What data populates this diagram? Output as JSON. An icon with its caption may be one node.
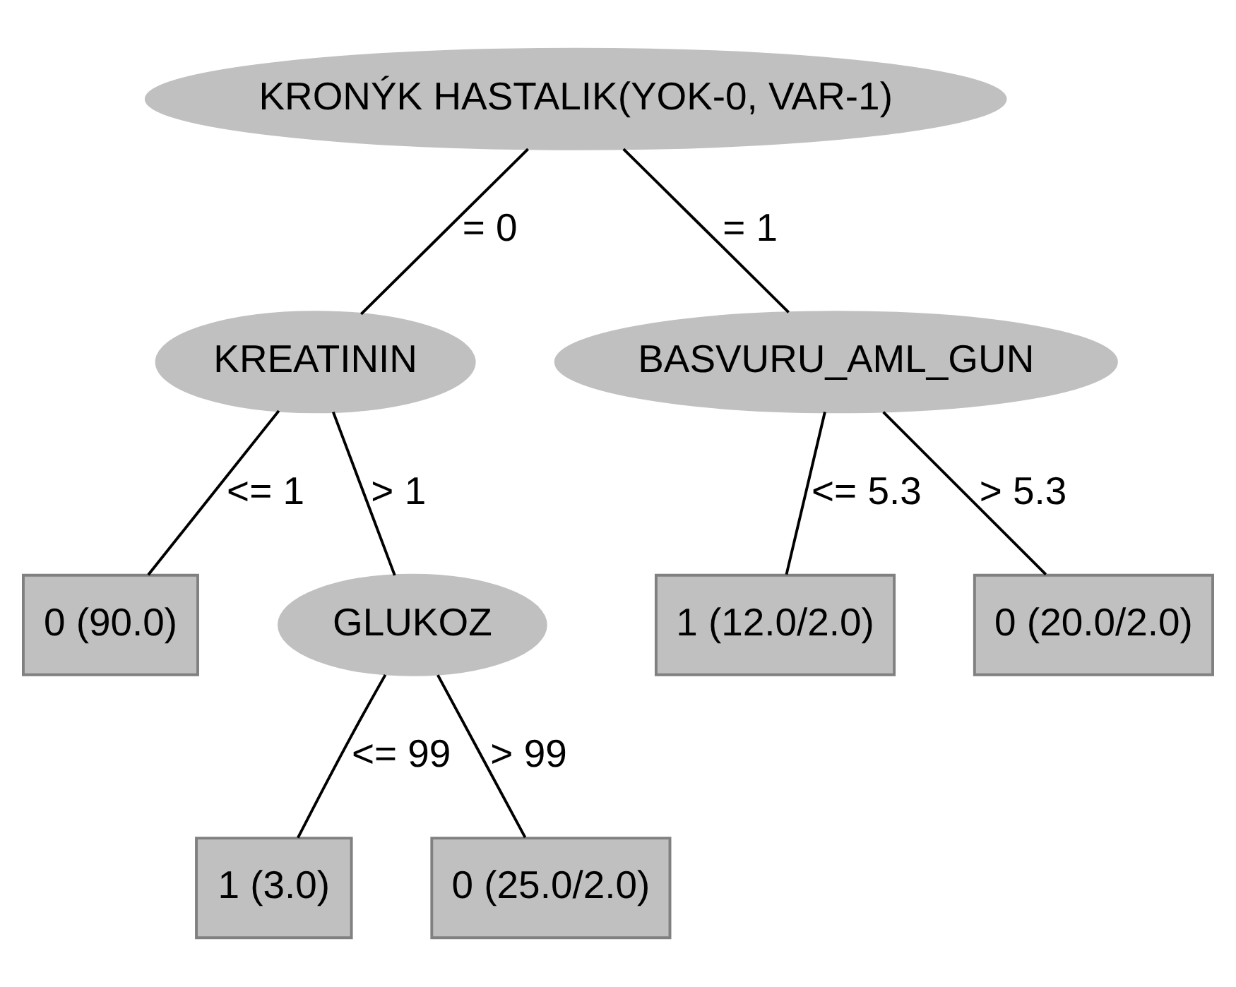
{
  "diagram": {
    "nodes": [
      {
        "text": [
          "KRONÝK HASTALIK(YOK-0, VAR-1)"
        ]
      },
      {
        "text": [
          "KREATININ"
        ]
      },
      {
        "text": [
          "BASVURU_AML_GUN"
        ]
      },
      {
        "text": [
          "0 (90.0)"
        ]
      },
      {
        "text": [
          "GLUKOZ"
        ]
      },
      {
        "text": [
          "1 (12.0/2.0)"
        ]
      },
      {
        "text": [
          "0 (20.0/2.0)"
        ]
      },
      {
        "text": [
          "1 (3.0)"
        ]
      },
      {
        "text": [
          "0 (25.0/2.0)"
        ]
      }
    ],
    "edges": [
      {
        "from": 0,
        "to": 1,
        "arrow": "none",
        "label": "= 0"
      },
      {
        "from": 0,
        "to": 2,
        "arrow": "none",
        "label": "= 1"
      },
      {
        "from": 1,
        "to": 3,
        "arrow": "none",
        "label": "<= 1"
      },
      {
        "from": 1,
        "to": 4,
        "arrow": "none",
        "label": "> 1"
      },
      {
        "from": 2,
        "to": 5,
        "arrow": "none",
        "label": "<= 5.3"
      },
      {
        "from": 2,
        "to": 6,
        "arrow": "none",
        "label": "> 5.3"
      },
      {
        "from": 4,
        "to": 7,
        "arrow": "none",
        "label": "<= 99"
      },
      {
        "from": 4,
        "to": 8,
        "arrow": "none",
        "label": "> 99"
      }
    ]
  }
}
